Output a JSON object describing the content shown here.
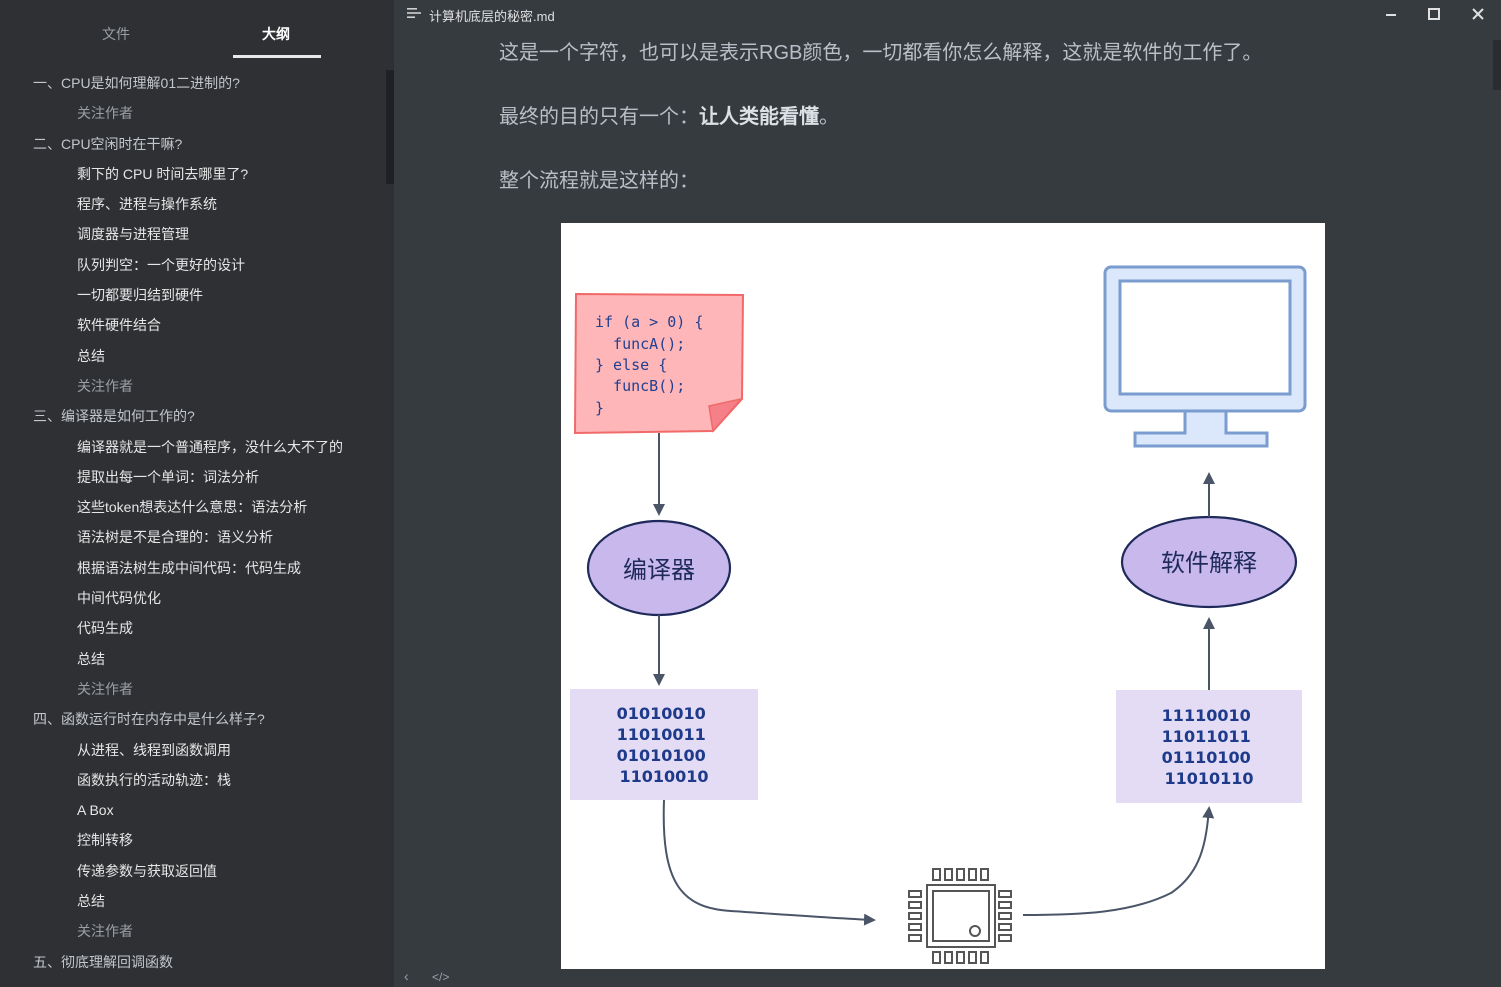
{
  "window": {
    "title": "计算机底层的秘密.md"
  },
  "sidebar": {
    "tabs": [
      {
        "label": "文件",
        "active": false
      },
      {
        "label": "大纲",
        "active": true
      }
    ],
    "outline": [
      {
        "label": "一、CPU是如何理解01二进制的?",
        "level": 1,
        "muted": false
      },
      {
        "label": "关注作者",
        "level": 2,
        "muted": true
      },
      {
        "label": "二、CPU空闲时在干嘛?",
        "level": 1,
        "muted": false
      },
      {
        "label": "剩下的 CPU 时间去哪里了?",
        "level": 2,
        "muted": false
      },
      {
        "label": "程序、进程与操作系统",
        "level": 2,
        "muted": false
      },
      {
        "label": "调度器与进程管理",
        "level": 2,
        "muted": false
      },
      {
        "label": "队列判空：一个更好的设计",
        "level": 2,
        "muted": false
      },
      {
        "label": "一切都要归结到硬件",
        "level": 2,
        "muted": false
      },
      {
        "label": "软件硬件结合",
        "level": 2,
        "muted": false
      },
      {
        "label": "总结",
        "level": 2,
        "muted": false
      },
      {
        "label": "关注作者",
        "level": 2,
        "muted": true
      },
      {
        "label": "三、编译器是如何工作的?",
        "level": 1,
        "muted": false
      },
      {
        "label": "编译器就是一个普通程序，没什么大不了的",
        "level": 2,
        "muted": false
      },
      {
        "label": "提取出每一个单词：词法分析",
        "level": 2,
        "muted": false
      },
      {
        "label": "这些token想表达什么意思：语法分析",
        "level": 2,
        "muted": false
      },
      {
        "label": "语法树是不是合理的：语义分析",
        "level": 2,
        "muted": false
      },
      {
        "label": "根据语法树生成中间代码：代码生成",
        "level": 2,
        "muted": false
      },
      {
        "label": "中间代码优化",
        "level": 2,
        "muted": false
      },
      {
        "label": "代码生成",
        "level": 2,
        "muted": false
      },
      {
        "label": "总结",
        "level": 2,
        "muted": false
      },
      {
        "label": "关注作者",
        "level": 2,
        "muted": true
      },
      {
        "label": "四、函数运行时在内存中是什么样子?",
        "level": 1,
        "muted": false
      },
      {
        "label": "从进程、线程到函数调用",
        "level": 2,
        "muted": false
      },
      {
        "label": "函数执行的活动轨迹：栈",
        "level": 2,
        "muted": false
      },
      {
        "label": "A Box",
        "level": 2,
        "muted": false
      },
      {
        "label": "控制转移",
        "level": 2,
        "muted": false
      },
      {
        "label": "传递参数与获取返回值",
        "level": 2,
        "muted": false
      },
      {
        "label": "总结",
        "level": 2,
        "muted": false
      },
      {
        "label": "关注作者",
        "level": 2,
        "muted": true
      },
      {
        "label": "五、彻底理解回调函数",
        "level": 1,
        "muted": false
      }
    ]
  },
  "content": {
    "p1": "这是一个字符，也可以是表示RGB颜色，一切都看你怎么解释，这就是软件的工作了。",
    "p2_prefix": "最终的目的只有一个：",
    "p2_strong": "让人类能看懂",
    "p2_suffix": "。",
    "p3": "整个流程就是这样的："
  },
  "figure": {
    "code_lines": [
      "if (a > 0) {",
      "  funcA();",
      "} else {",
      "  funcB();",
      "}"
    ],
    "compiler_label": "编译器",
    "interpret_label": "软件解释",
    "binary_left": [
      "01010010",
      "11010011",
      "01010100",
      "11010010"
    ],
    "binary_right": [
      "11110010",
      "11011011",
      "01110100",
      "11010110"
    ]
  },
  "icons": {
    "title_icon": "outline-toggle-icon",
    "minimize": "minimize-icon",
    "maximize": "maximize-icon",
    "close": "close-icon",
    "back": "chevron-left-icon",
    "source": "source-code-icon"
  },
  "colors": {
    "sidebar_bg": "#2e3033",
    "editor_bg": "#363b40",
    "note_fill": "#ffb6b9",
    "note_stroke": "#f06a6a",
    "ellipse_fill": "#c9b8ec",
    "binary_fill": "#e3dcf4",
    "monitor_fill": "#dbe8fb",
    "monitor_stroke": "#7a9ccf",
    "arrow": "#4a5568"
  }
}
